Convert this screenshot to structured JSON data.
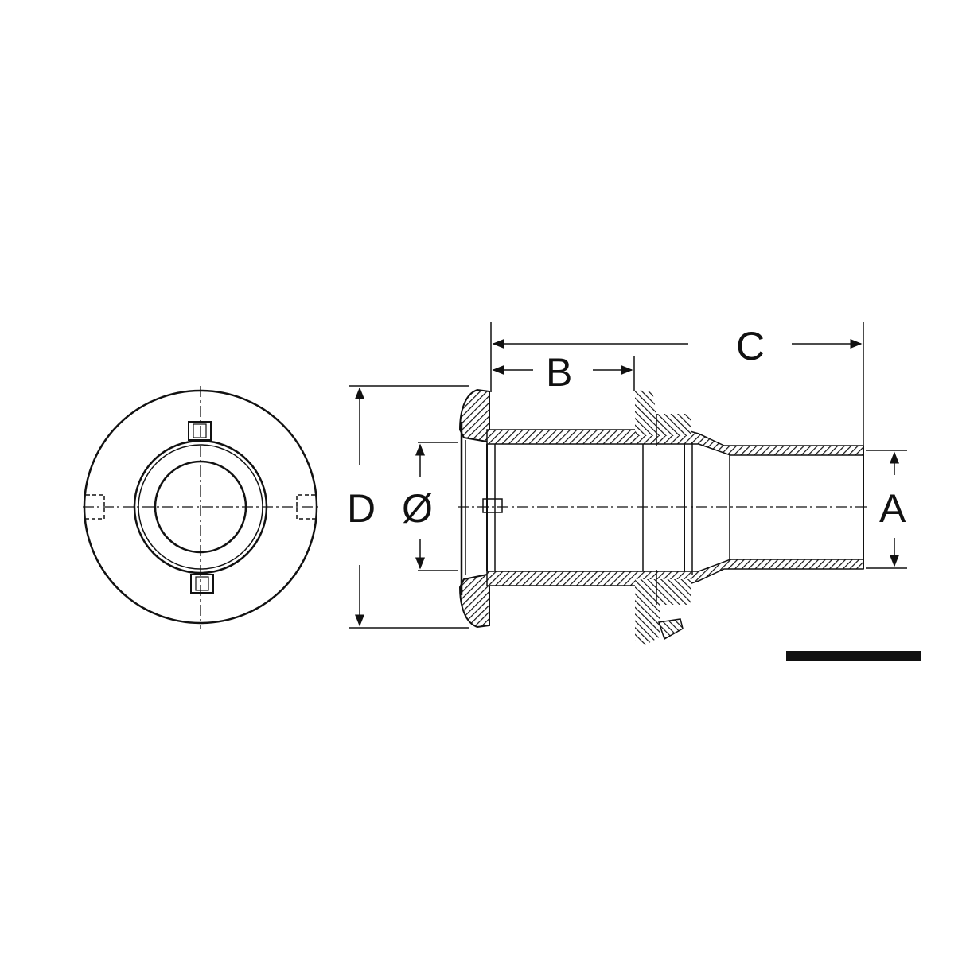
{
  "diagram": {
    "type": "technical-drawing",
    "subject": "thru-hull fitting (front view and cross-section)",
    "colors": {
      "line": "#111111",
      "background": "#ffffff"
    },
    "labels": {
      "A": "A",
      "B": "B",
      "C": "C",
      "D": "D",
      "diameter": "Ø"
    },
    "views": [
      {
        "name": "front-view",
        "description": "circular flange with inner ring and bore, 4 tabs"
      },
      {
        "name": "section-view",
        "description": "hatched cross-section with flange, body, nut and hose tail"
      }
    ],
    "scale_bar": {
      "visible": true
    }
  }
}
